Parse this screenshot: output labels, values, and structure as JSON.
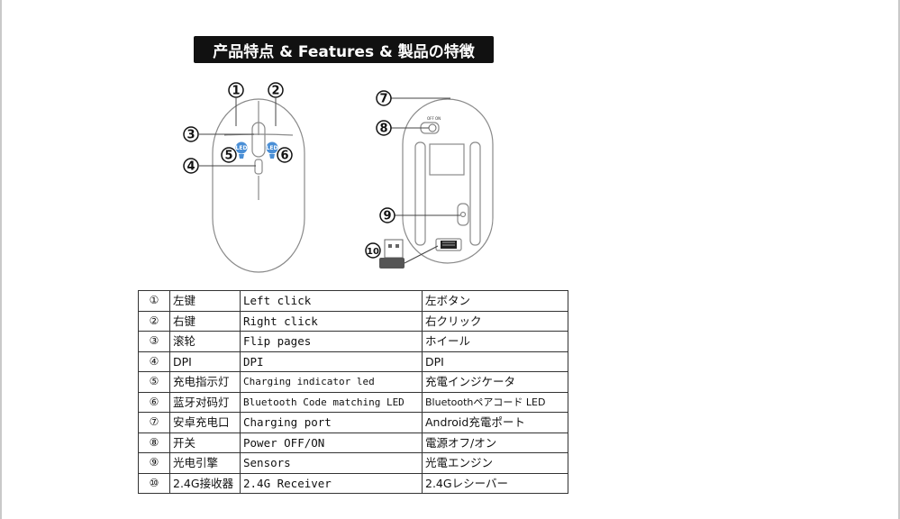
{
  "title": "产品特点 & Features  & 製品の特徴",
  "callouts": {
    "c1": "①",
    "c2": "②",
    "c3": "③",
    "c4": "④",
    "c5": "⑤",
    "c6": "⑥",
    "c7": "⑦",
    "c8": "⑧",
    "c9": "⑨",
    "c10": "⑩"
  },
  "led_badge": "LED",
  "switch_text": "OFF ON",
  "table": {
    "rows": [
      {
        "num": "①",
        "zh": "左键",
        "en": "Left click",
        "ja": "左ボタン"
      },
      {
        "num": "②",
        "zh": "右键",
        "en": "Right click",
        "ja": "右クリック"
      },
      {
        "num": "③",
        "zh": "滚轮",
        "en": "Flip pages",
        "ja": "ホイール"
      },
      {
        "num": "④",
        "zh": "DPI",
        "en": "DPI",
        "ja": "DPI"
      },
      {
        "num": "⑤",
        "zh": "充电指示灯",
        "en": "Charging indicator led",
        "ja": "充電インジケータ"
      },
      {
        "num": "⑥",
        "zh": "蓝牙对码灯",
        "en": "Bluetooth Code matching LED",
        "ja": "Bluetoothペアコード LED"
      },
      {
        "num": "⑦",
        "zh": "安卓充电口",
        "en": "Charging port",
        "ja": "Android充電ポート"
      },
      {
        "num": "⑧",
        "zh": "开关",
        "en": "Power OFF/ON",
        "ja": "電源オフ/オン"
      },
      {
        "num": "⑨",
        "zh": "光电引擎",
        "en": "Sensors",
        "ja": "光電エンジン"
      },
      {
        "num": "⑩",
        "zh": "2.4G接收器",
        "en": "2.4G Receiver",
        "ja": "2.4Gレシーバー"
      }
    ]
  }
}
